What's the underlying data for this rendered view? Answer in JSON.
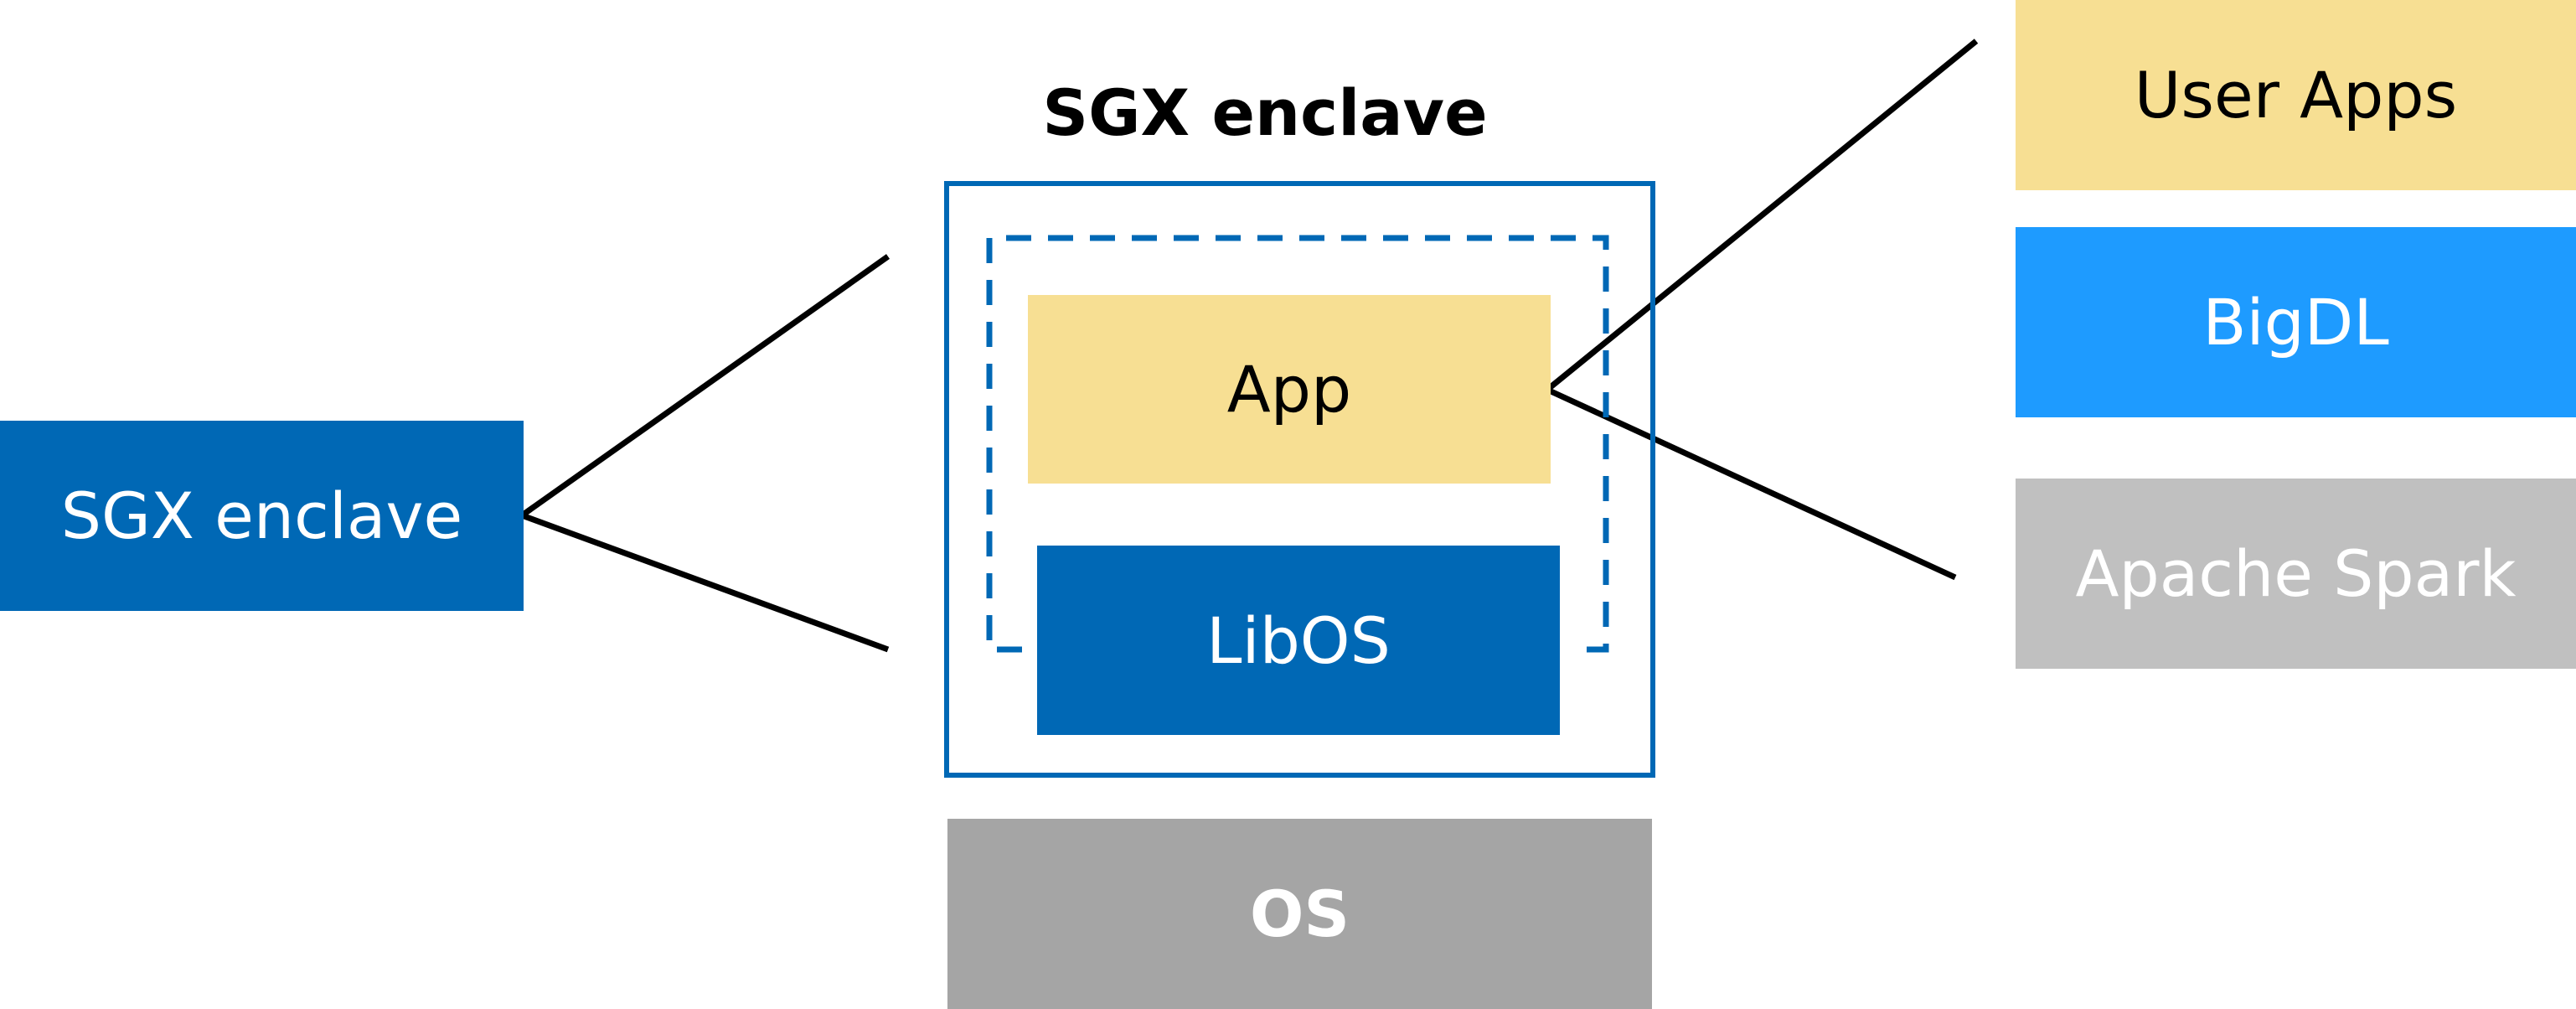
{
  "colors": {
    "blue_dark": "#0068b5",
    "blue_light": "#1e9bff",
    "yellow": "#f7df93",
    "gray_light": "#c0c0c0",
    "gray_dark": "#a5a5a5",
    "line": "#000000"
  },
  "left_box": {
    "label": "SGX enclave"
  },
  "enclave": {
    "title": "SGX enclave",
    "app_label": "App",
    "libos_label": "LibOS"
  },
  "os_box": {
    "label": "OS"
  },
  "stack": {
    "user_apps": "User Apps",
    "bigdl": "BigDL",
    "spark": "Apache Spark"
  }
}
